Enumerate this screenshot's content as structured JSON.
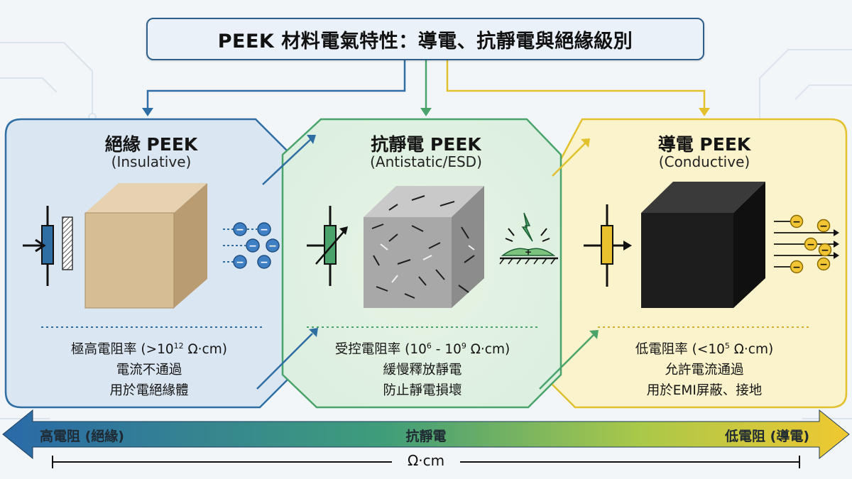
{
  "title": "PEEK 材料電氣特性：導電、抗靜電與絕緣級別",
  "panels": [
    {
      "title": "絕緣 PEEK",
      "subtitle": "(Insulative)",
      "resistivity": {
        "prefix": "極高電阻率 (>10",
        "exp": "12",
        "suffix": " Ω·cm)"
      },
      "line2": "電流不通過",
      "line3": "用於電絕緣體",
      "color": "#2f6ea3",
      "fill": "#d9e6f3"
    },
    {
      "title": "抗靜電 PEEK",
      "subtitle": "(Antistatic/ESD)",
      "resistivity": {
        "prefix": "受控電阻率 (10",
        "exp": "6",
        "mid": " - 10",
        "exp2": "9",
        "suffix": " Ω·cm)"
      },
      "line2": "緩慢釋放靜電",
      "line3": "防止靜電損壞",
      "color": "#4aa36a",
      "fill": "#dcefe0"
    },
    {
      "title": "導電 PEEK",
      "subtitle": "(Conductive)",
      "resistivity": {
        "prefix": "低電阻率 (<10",
        "exp": "5",
        "suffix": " Ω·cm)"
      },
      "line2": "允許電流通過",
      "line3": "用於EMI屏蔽、接地",
      "color": "#e2c12e",
      "fill": "#fbf2c8"
    }
  ],
  "scale": {
    "left_label": "高電阻 (絕緣)",
    "center_label": "抗靜電",
    "right_label": "低電阻 (導電)",
    "unit": "Ω·cm"
  },
  "colors": {
    "blue": "#2f6ea3",
    "green": "#4aa36a",
    "yellow": "#e2c12e",
    "beige_cube": "#d8bd92",
    "gray_cube": "#a9a9a9",
    "black_cube": "#1b1b1b"
  },
  "icons": [
    "variable-resistor-icon",
    "electron-flow-icon",
    "static-discharge-icon"
  ]
}
